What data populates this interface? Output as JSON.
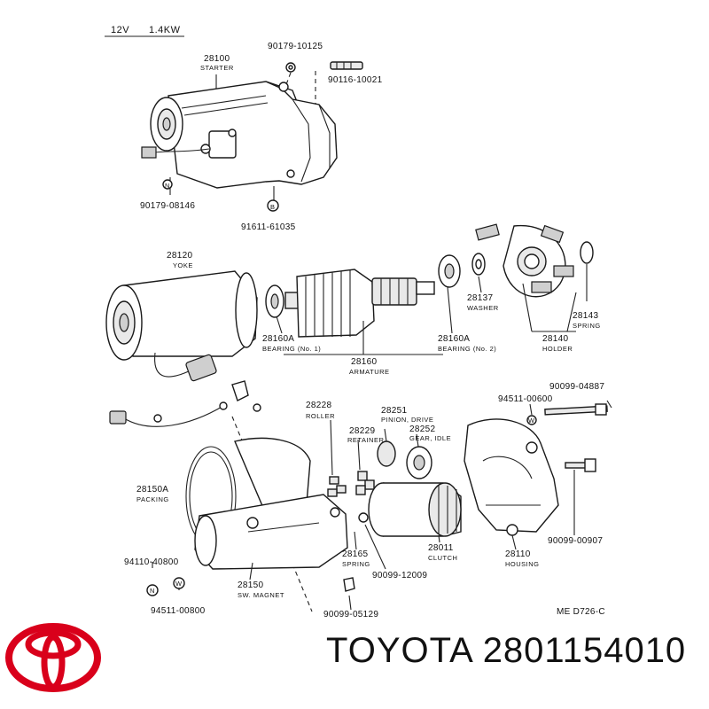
{
  "header": {
    "voltage": "12V",
    "power": "1.4KW"
  },
  "parts": [
    {
      "id": "p28100",
      "number": "28100",
      "name": "STARTER"
    },
    {
      "id": "p90179_10125",
      "number": "90179-10125",
      "name": ""
    },
    {
      "id": "p90116_10021",
      "number": "90116-10021",
      "name": ""
    },
    {
      "id": "p90179_08146",
      "number": "90179-08146",
      "name": ""
    },
    {
      "id": "p91611_61035",
      "number": "91611-61035",
      "name": ""
    },
    {
      "id": "p28120",
      "number": "28120",
      "name": "YOKE"
    },
    {
      "id": "p28137",
      "number": "28137",
      "name": "WASHER"
    },
    {
      "id": "p28143",
      "number": "28143",
      "name": "SPRING"
    },
    {
      "id": "p28140",
      "number": "28140",
      "name": "HOLDER"
    },
    {
      "id": "p28160A_1",
      "number": "28160A",
      "name": "BEARING (No. 1)"
    },
    {
      "id": "p28160A_2",
      "number": "28160A",
      "name": "BEARING (No. 2)"
    },
    {
      "id": "p28160",
      "number": "28160",
      "name": "ARMATURE"
    },
    {
      "id": "p28228",
      "number": "28228",
      "name": "ROLLER"
    },
    {
      "id": "p28251",
      "number": "28251",
      "name": "PINION, DRIVE"
    },
    {
      "id": "p28229",
      "number": "28229",
      "name": "RETAINER"
    },
    {
      "id": "p28252",
      "number": "28252",
      "name": "GEAR, IDLE"
    },
    {
      "id": "p94511_00600",
      "number": "94511-00600",
      "name": ""
    },
    {
      "id": "p90099_04887",
      "number": "90099-04887",
      "name": ""
    },
    {
      "id": "p28150A",
      "number": "28150A",
      "name": "PACKING"
    },
    {
      "id": "p94110_40800",
      "number": "94110-40800",
      "name": ""
    },
    {
      "id": "p94511_00800",
      "number": "94511-00800",
      "name": ""
    },
    {
      "id": "p28150",
      "number": "28150",
      "name": "SW. MAGNET"
    },
    {
      "id": "p28165",
      "number": "28165",
      "name": "SPRING"
    },
    {
      "id": "p90099_12009",
      "number": "90099-12009",
      "name": ""
    },
    {
      "id": "p90099_05129",
      "number": "90099-05129",
      "name": ""
    },
    {
      "id": "p28011",
      "number": "28011",
      "name": "CLUTCH"
    },
    {
      "id": "p28110",
      "number": "28110",
      "name": "HOUSING"
    },
    {
      "id": "p90099_00907",
      "number": "90099-00907",
      "name": ""
    }
  ],
  "markers": {
    "nut": "N",
    "washer": "W",
    "bolt": "B"
  },
  "diagram_code": "ME  D726-C",
  "brand": {
    "name": "TOYOTA",
    "part_number": "2801154010",
    "logo_color": "#d9001b"
  }
}
